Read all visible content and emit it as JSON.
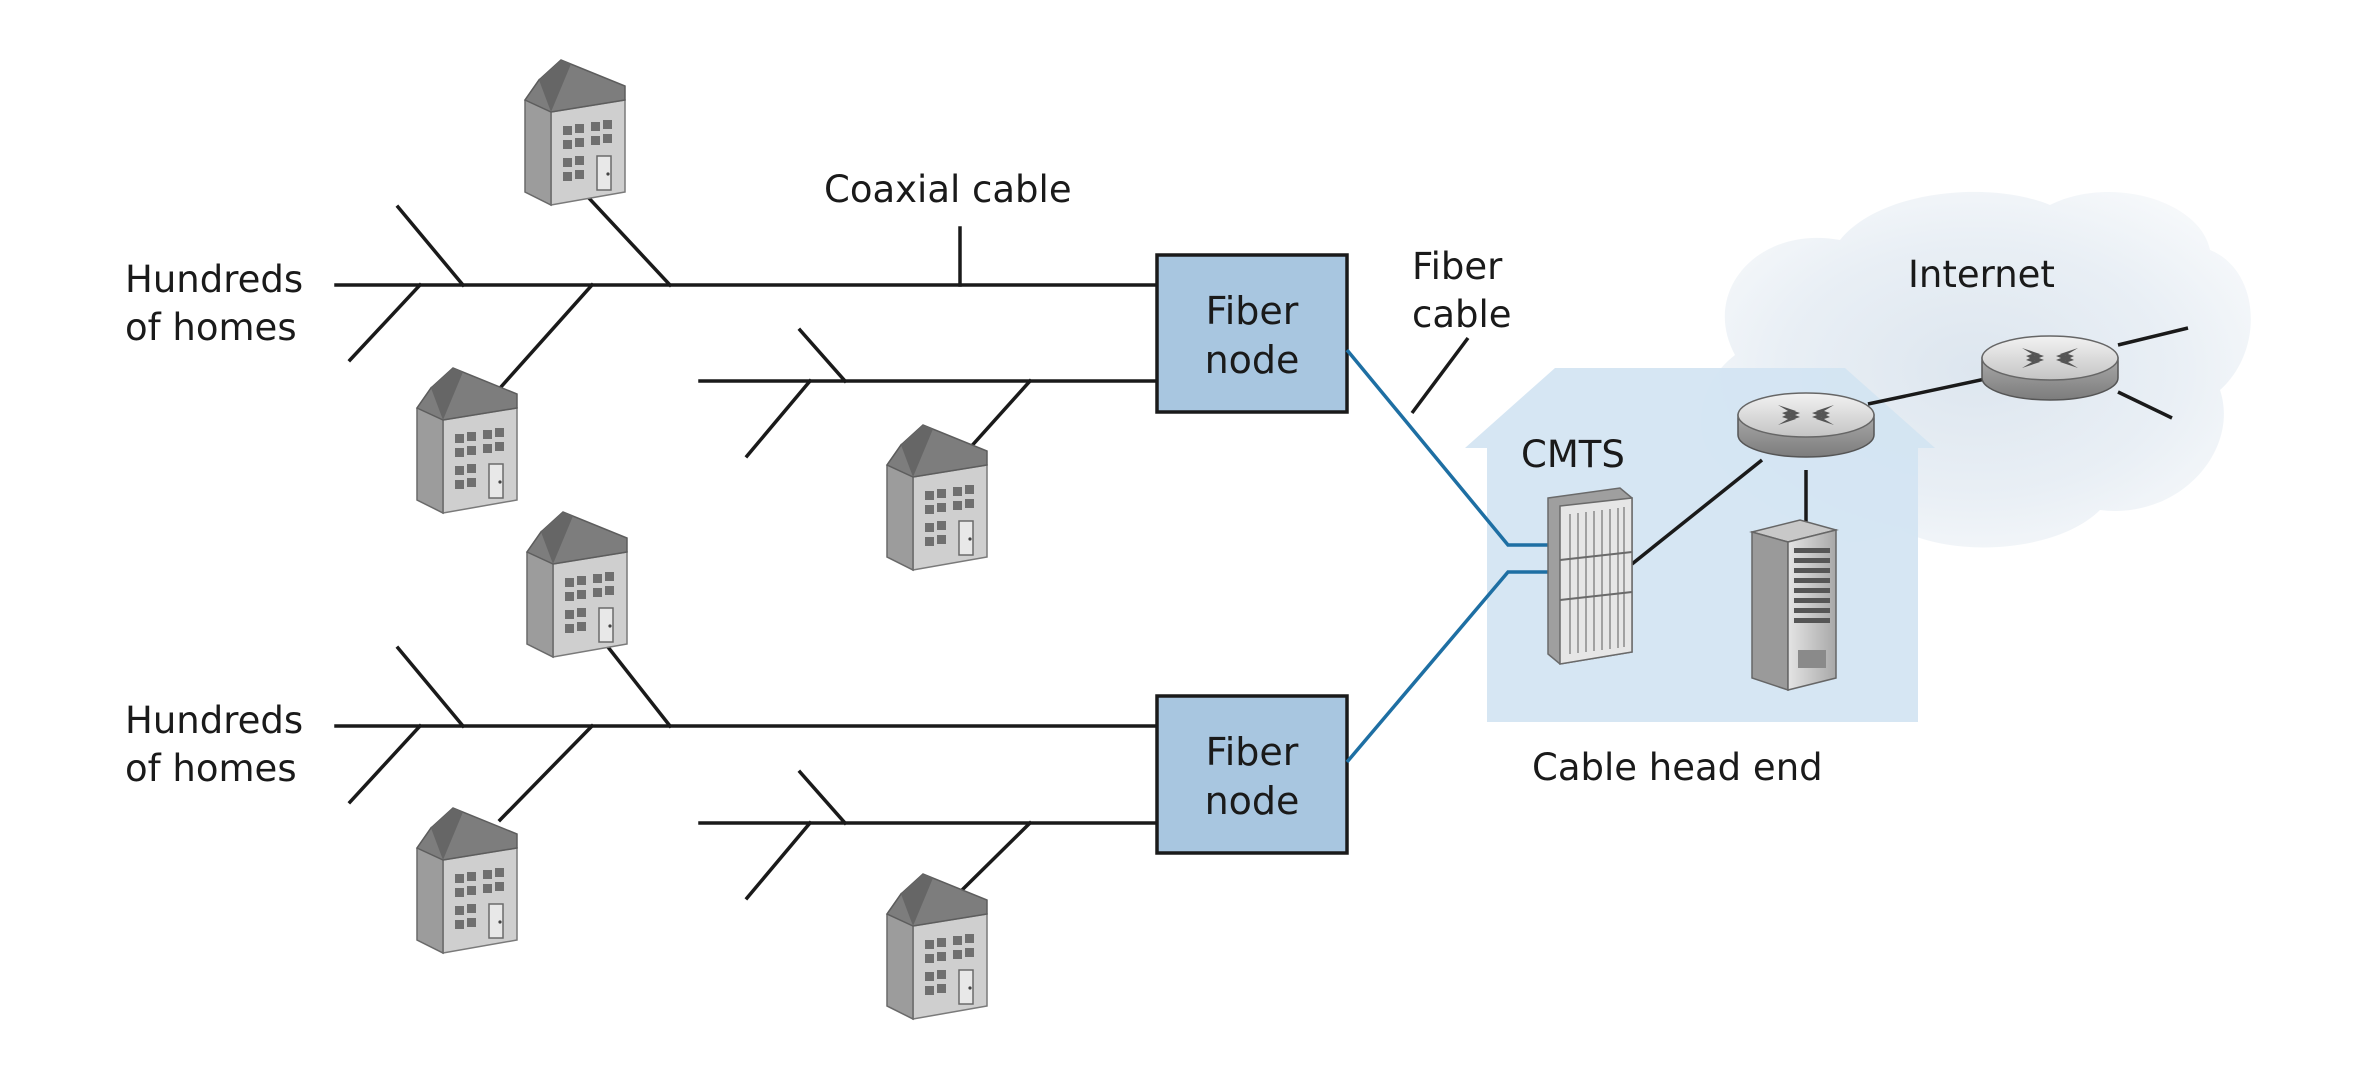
{
  "labels": {
    "coaxial_cable": "Coaxial cable",
    "fiber_cable_line1": "Fiber",
    "fiber_cable_line2": "cable",
    "internet": "Internet",
    "cmts": "CMTS",
    "cable_head_end": "Cable head end"
  },
  "groups": [
    {
      "homes_line1": "Hundreds",
      "homes_line2": "of homes",
      "node_line1": "Fiber",
      "node_line2": "node"
    },
    {
      "homes_line1": "Hundreds",
      "homes_line2": "of homes",
      "node_line1": "Fiber",
      "node_line2": "node"
    }
  ],
  "colors": {
    "fiber_node_fill": "#a8c6e0",
    "head_end_fill": "#d2e4f2",
    "fiber_line": "#1e6fa3",
    "cloud": "#e8eef5",
    "house_body": "#c9c9c9"
  },
  "icons": [
    "house-icon",
    "router-icon",
    "cmts-icon",
    "server-icon",
    "cloud-icon"
  ]
}
